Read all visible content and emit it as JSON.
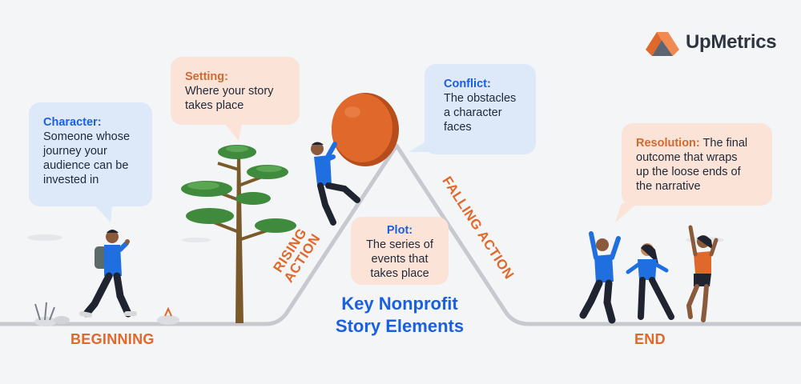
{
  "brand": {
    "name": "UpMetrics"
  },
  "title": {
    "line1": "Key Nonprofit",
    "line2": "Story Elements"
  },
  "stages": {
    "beginning": "BEGINNING",
    "end": "END",
    "rising_line1": "RISING",
    "rising_line2": "ACTION",
    "falling": "FALLING ACTION"
  },
  "elements": {
    "character": {
      "label": "Character:",
      "text": [
        "Someone whose",
        "journey your",
        "audience can be",
        "invested in"
      ]
    },
    "setting": {
      "label": "Setting:",
      "text": [
        "Where your story",
        "takes place"
      ]
    },
    "conflict": {
      "label": "Conflict:",
      "text": [
        "The obstacles",
        "a character",
        "faces"
      ]
    },
    "plot": {
      "label": "Plot:",
      "text": [
        "The series of",
        "events that",
        "takes place"
      ]
    },
    "resolution": {
      "label": "Resolution:",
      "line1_rest": " The final",
      "text": [
        "outcome that wraps",
        "up the loose ends of",
        "the narrative"
      ]
    }
  },
  "colors": {
    "accent_orange": "#e0682b",
    "accent_blue": "#1a5fe0",
    "bubble_blue": "#dde8f8",
    "bubble_peach": "#fbe3d8",
    "background": "#f4f5f7"
  }
}
